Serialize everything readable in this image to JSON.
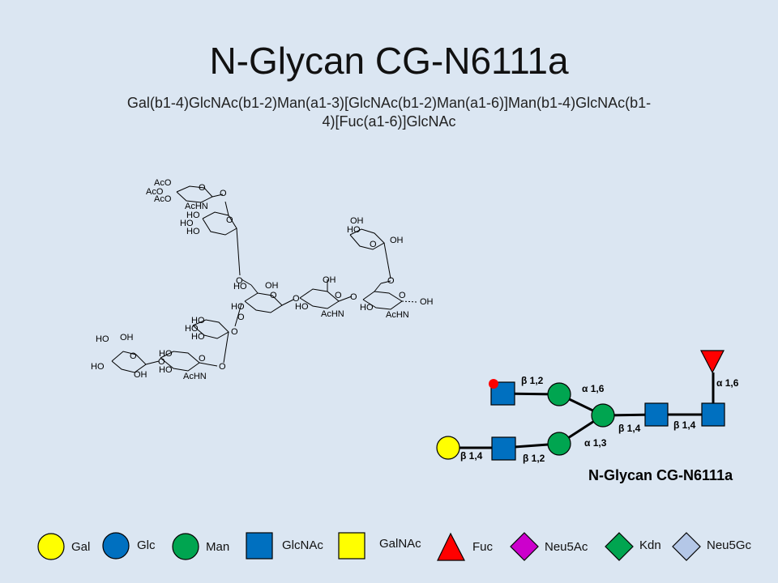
{
  "title": "N-Glycan CG-N6111a",
  "subtitle_line1": "Gal(b1-4)GlcNAc(b1-2)Man(a1-3)[GlcNAc(b1-2)Man(a1-6)]Man(b1-4)GlcNAc(b1-",
  "subtitle_line2": "4)[Fuc(a1-6)]GlcNAc",
  "structure_labels": {
    "aco1": "AcO",
    "aco2": "AcO",
    "aco3": "AcO",
    "achn1": "AcHN",
    "o_top": "O",
    "o_ring1": "O",
    "ho_a1": "HO",
    "ho_a2": "HO",
    "ho_a3": "HO",
    "o_ring2": "O",
    "o_link1": "O",
    "ho_b1": "HO",
    "oh_b1": "OH",
    "o_b1": "O",
    "o_b2": "O",
    "o_c1": "O",
    "oh_c1": "OH",
    "o_ring3": "O",
    "ho_c1": "HO",
    "achn2": "AcHN",
    "oh_f1": "OH",
    "ho_f1": "HO",
    "o_f1": "O",
    "oh_f2": "OH",
    "o_d1": "O",
    "o_ring4": "O",
    "ho_d1": "HO",
    "achn3": "AcHN",
    "oh_d1": "OH",
    "ho_e1": "HO",
    "ho_e2": "HO",
    "ho_e3": "HO",
    "o_ring5": "O",
    "ho_g1": "HO",
    "oh_g1": "OH",
    "ho_g2": "HO",
    "o_ring6": "O",
    "oh_g2": "OH",
    "o_g1": "O",
    "ho_h1": "HO",
    "ho_h2": "HO",
    "o_ring7": "O",
    "achn4": "AcHN",
    "o_h1": "O"
  },
  "linkages": {
    "top_left": "β 1,2",
    "alpha16_upper": "α 1,6",
    "alpha13": "α 1,3",
    "beta14_a": "β 1,4",
    "beta14_b": "β 1,4",
    "fuc_alpha16": "α 1,6",
    "bottom_beta14": "β 1,4",
    "bottom_beta12": "β 1,2"
  },
  "diagram_caption": "N-Glycan CG-N6111a",
  "colors": {
    "background": "#dbe6f2",
    "gal": "#ffff00",
    "glc": "#0070c0",
    "man": "#00a550",
    "glcnac": "#0070c0",
    "galnac": "#ffff00",
    "fuc": "#ff0000",
    "neu5ac": "#cc00cc",
    "kdn": "#00a550",
    "neu5gc": "#b4c7e7"
  },
  "legend": [
    {
      "label": "Gal",
      "icon": "yellow-circle-icon"
    },
    {
      "label": "Glc",
      "icon": "blue-circle-icon"
    },
    {
      "label": "Man",
      "icon": "green-circle-icon"
    },
    {
      "label": "GlcNAc",
      "icon": "blue-square-icon"
    },
    {
      "label": "GalNAc",
      "icon": "yellow-square-icon"
    },
    {
      "label": "Fuc",
      "icon": "red-triangle-icon"
    },
    {
      "label": "Neu5Ac",
      "icon": "purple-diamond-icon"
    },
    {
      "label": "Kdn",
      "icon": "green-diamond-icon"
    },
    {
      "label": "Neu5Gc",
      "icon": "lightblue-diamond-icon"
    }
  ]
}
